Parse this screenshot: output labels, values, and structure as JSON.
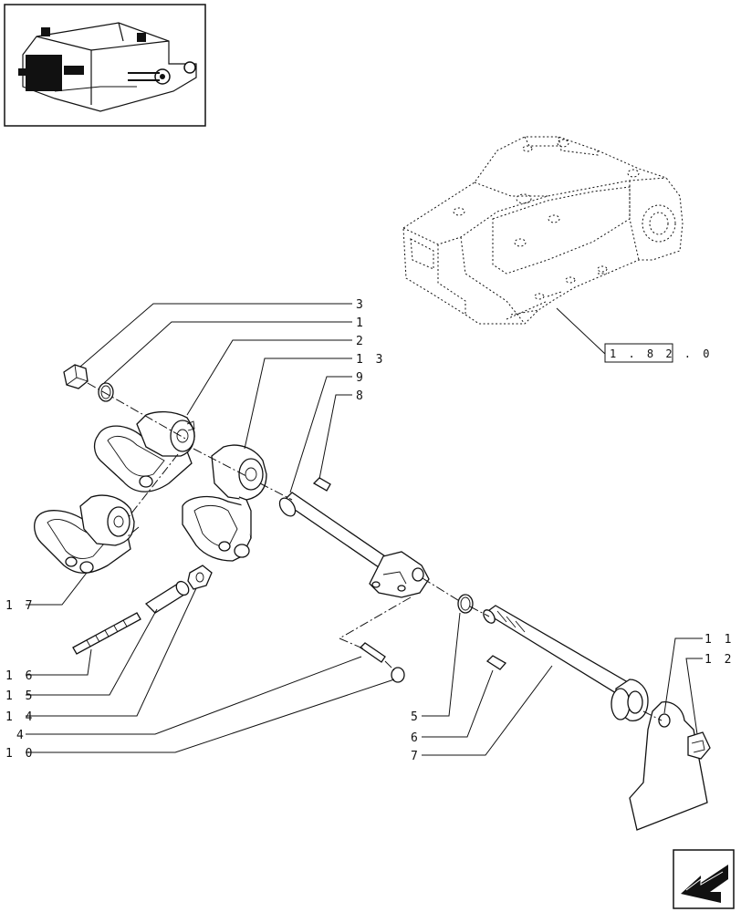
{
  "callouts": [
    {
      "id": "3",
      "label": "3"
    },
    {
      "id": "1",
      "label": "1"
    },
    {
      "id": "2",
      "label": "2"
    },
    {
      "id": "13",
      "label": "1 3"
    },
    {
      "id": "9",
      "label": "9"
    },
    {
      "id": "8",
      "label": "8"
    },
    {
      "id": "17",
      "label": "1 7"
    },
    {
      "id": "16",
      "label": "1 6"
    },
    {
      "id": "15",
      "label": "1 5"
    },
    {
      "id": "14",
      "label": "1 4"
    },
    {
      "id": "4",
      "label": "4"
    },
    {
      "id": "10",
      "label": "1 0"
    },
    {
      "id": "5",
      "label": "5"
    },
    {
      "id": "6",
      "label": "6"
    },
    {
      "id": "7",
      "label": "7"
    },
    {
      "id": "11",
      "label": "1 1"
    },
    {
      "id": "12",
      "label": "1 2"
    }
  ],
  "reference": {
    "label": "1 . 8 2 . 0"
  },
  "icons": {
    "thumbnail": "assembly-thumbnail-icon",
    "navigation": "previous-page-arrow-icon"
  }
}
